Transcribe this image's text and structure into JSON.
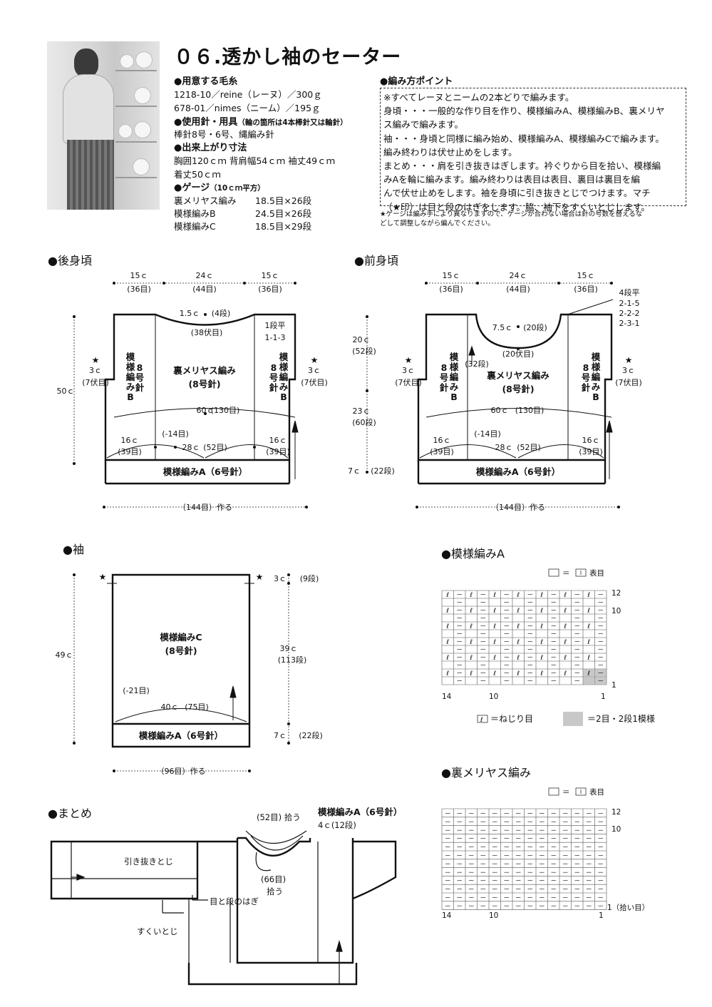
{
  "title": "０６.透かし袖のセーター",
  "materials": {
    "yarn_head": "●用意する毛糸",
    "yarn1": "1218-10／reine（レーヌ）／300ｇ",
    "yarn2": "678-01／nimes（ニーム）／195ｇ",
    "needles_head": "●使用針・用具",
    "needles_note": "（輪の箇所は4本棒針又は輪針）",
    "needles": "棒針8号・6号、縄編み針",
    "size_head": "●出来上がり寸法",
    "size1": "胸囲120ｃｍ 背肩幅54ｃｍ 袖丈49ｃｍ",
    "size2": "着丈50ｃｍ",
    "gauge_head": "●ゲージ",
    "gauge_note": "（10ｃｍ平方）",
    "gauge": [
      {
        "name": "裏メリヤス編み",
        "value": "18.5目×26段"
      },
      {
        "name": "模様編みB",
        "value": "24.5目×26段"
      },
      {
        "name": "模様編みC",
        "value": "18.5目×29段"
      }
    ]
  },
  "points": {
    "head": "●編み方ポイント",
    "lines": [
      "※すべてレーヌとニームの2本どりで編みます。",
      "身頃・・・一般的な作り目を作り、模様編みA、模様編みB、裏メリヤ",
      "ス編みで編みます。",
      "袖・・・身頃と同様に編み始め、模様編みA、模様編みCで編みます。",
      "編み終わりは伏せ止めをします。",
      "まとめ・・・肩を引き抜きはぎします。衿ぐりから目を拾い、模様編",
      "みAを輪に編みます。編み終わりは表目は表目、裏目は裏目を編",
      "んで伏せ止めをします。袖を身頃に引き抜きとじでつけます。マチ",
      "（★印）は目と段のはぎをします。脇、袖下をすくいとじします。"
    ],
    "footnote1": "★ゲージは編み手により異なりますので、ゲージが合わない場合は針の号数を替えるな",
    "footnote2": "どして調整しながら編んでください。"
  },
  "back": {
    "heading": "●後身頃",
    "w15l": "15ｃ",
    "s36l": "(36目)",
    "w24": "24ｃ",
    "s44": "(44目)",
    "w15r": "15ｃ",
    "s36r": "(36目)",
    "neck1": "1.5ｃ",
    "neck1r": "(4段)",
    "neck2": "(38伏目)",
    "shoulder1": "1段平",
    "shoulder2": "1-1-3",
    "starL": "★",
    "c3l": "3ｃ",
    "f7l": "(7伏目)",
    "starR": "★",
    "c3r": "3ｃ",
    "f7r": "(7伏目)",
    "h50": "50ｃ",
    "patB_l": [
      "模",
      "様",
      "編",
      "み",
      "B"
    ],
    "needle8l": [
      "8",
      "号",
      "針"
    ],
    "patB_r": [
      "模",
      "様",
      "編",
      "み",
      "B"
    ],
    "needle8r": [
      "8",
      "号",
      "針"
    ],
    "center1": "裏メリヤス編み",
    "center2": "(8号針)",
    "w60": "60ｃ",
    "s130": "(130目)",
    "w16l": "16ｃ",
    "s39l": "(39目)",
    "minus14": "(-14目)",
    "w28": "28ｃ",
    "s52": "(52目)",
    "w16r": "16ｃ",
    "s39r": "(39目)",
    "ribbing": "模様編みA（6号針）",
    "cast": "（144目）作る"
  },
  "front": {
    "heading": "●前身頃",
    "w15l": "15ｃ",
    "s36l": "(36目)",
    "w24": "24ｃ",
    "s44": "(44目)",
    "w15r": "15ｃ",
    "s36r": "(36目)",
    "neckdec": [
      "4段平",
      "2-1-5",
      "2-2-2",
      "2-3-1"
    ],
    "neck75": "7.5ｃ",
    "neck20d": "(20段)",
    "neck20f": "(20伏目)",
    "neck32": "(32段)",
    "h20": "20ｃ",
    "h52": "(52段)",
    "h23": "23ｃ",
    "h60": "(60段)",
    "h7": "7ｃ",
    "h22": "(22段)",
    "starL": "★",
    "c3l": "3ｃ",
    "f7l": "(7伏目)",
    "starR": "★",
    "c3r": "3ｃ",
    "f7r": "(7伏目)",
    "patB_l": [
      "模",
      "様",
      "編",
      "み",
      "B"
    ],
    "needle8l": [
      "8",
      "号",
      "針"
    ],
    "patB_r": [
      "模",
      "様",
      "編",
      "み",
      "B"
    ],
    "needle8r": [
      "8",
      "号",
      "針"
    ],
    "center1": "裏メリヤス編み",
    "center2": "(8号針)",
    "w60": "60ｃ",
    "s130": "(130目)",
    "w16l": "16ｃ",
    "s39l": "(39目)",
    "minus14": "(-14目)",
    "w28": "28ｃ",
    "s52": "(52目)",
    "w16r": "16ｃ",
    "s39r": "(39目)",
    "ribbing": "模様編みA（6号針）",
    "cast": "（144目）作る"
  },
  "sleeve": {
    "heading": "●袖",
    "starL": "★",
    "starR": "★",
    "c3": "3ｃ",
    "r9": "(9段)",
    "h49": "49ｃ",
    "h39": "39ｃ",
    "r113": "(113段)",
    "h7": "7ｃ",
    "r22": "(22段)",
    "pat1": "模様編みC",
    "pat2": "(8号針)",
    "minus21": "(-21目)",
    "w40": "40ｃ",
    "s75": "(75目)",
    "ribbing": "模様編みA（6号針）",
    "cast": "（96目）作る"
  },
  "patternA": {
    "heading": "●模様編みA",
    "legend_eq": "＝",
    "legend_knit": "表目",
    "row_top": "12",
    "row_mid": "10",
    "row_bot": "1",
    "col_left": "14",
    "col_mid": "10",
    "col_right": "1",
    "dash": "－",
    "twist": "ℓ",
    "twist_label": "＝ねじり目",
    "repeat_label": "＝2目・2段1模様"
  },
  "reverse": {
    "heading": "●裏メリヤス編み",
    "legend_eq": "＝",
    "legend_knit": "表目",
    "row_top": "12",
    "row_mid": "10",
    "row_bot": "1（拾い目）",
    "col_left": "14",
    "col_mid": "10",
    "col_right": "1",
    "dash": "－"
  },
  "finish": {
    "heading": "●まとめ",
    "pick52": "(52目) 拾う",
    "collar1": "模様編みA（6号針）",
    "collar2": "4ｃ(12段)",
    "pick66a": "(66目)",
    "pick66b": "拾う",
    "slipstitch": "引き抜きとじ",
    "graft": "目と段のはぎ",
    "mattress": "すくいとじ"
  }
}
